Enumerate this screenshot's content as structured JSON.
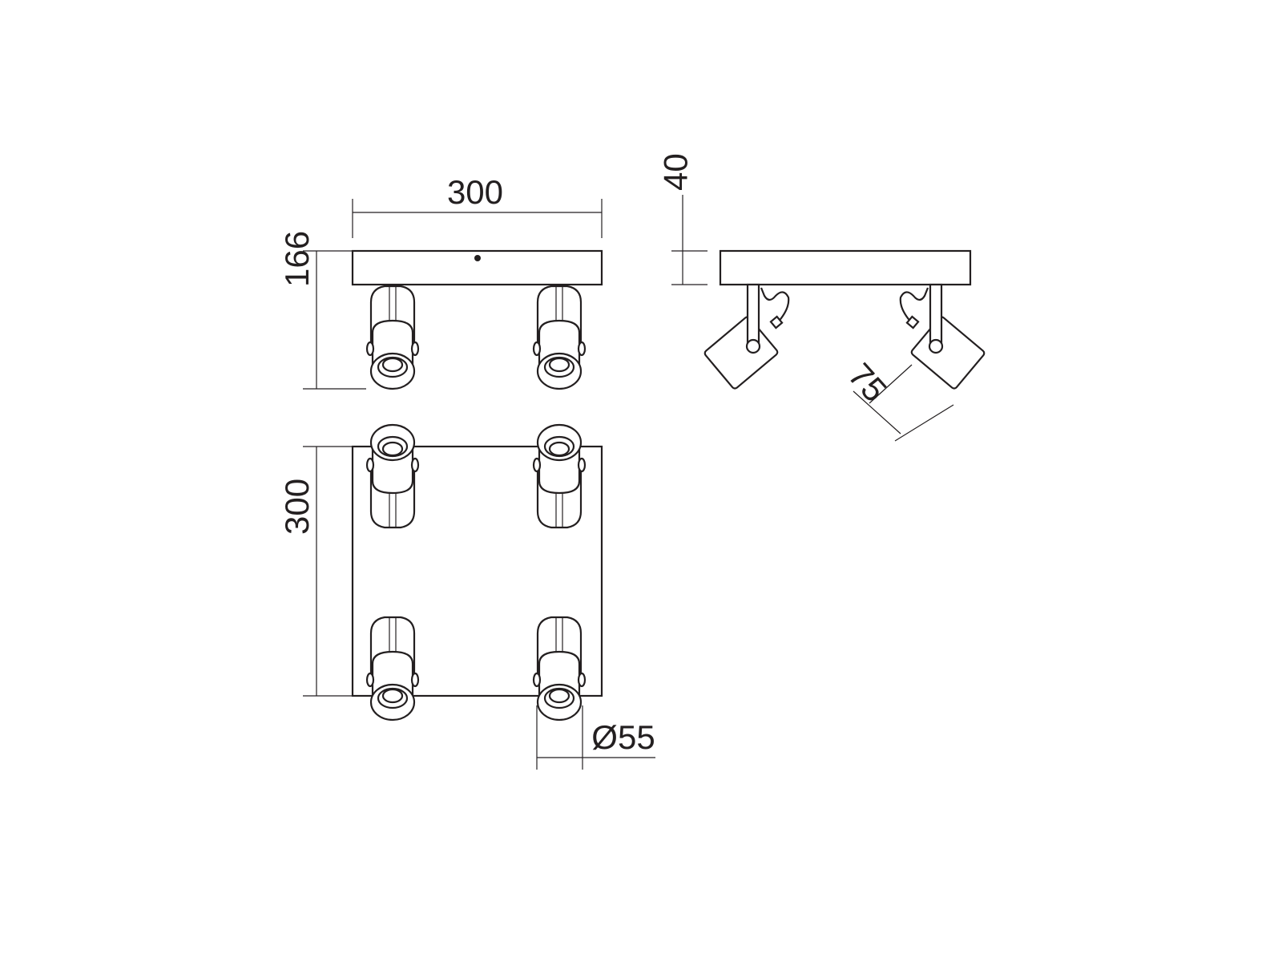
{
  "drawing": {
    "front_view": {
      "width_label": "300",
      "height_label": "166"
    },
    "side_view": {
      "plate_height_label": "40",
      "head_size_label": "75"
    },
    "top_view": {
      "depth_label": "300",
      "head_diameter_label": "Ø55"
    },
    "line_color": "#231f20"
  }
}
